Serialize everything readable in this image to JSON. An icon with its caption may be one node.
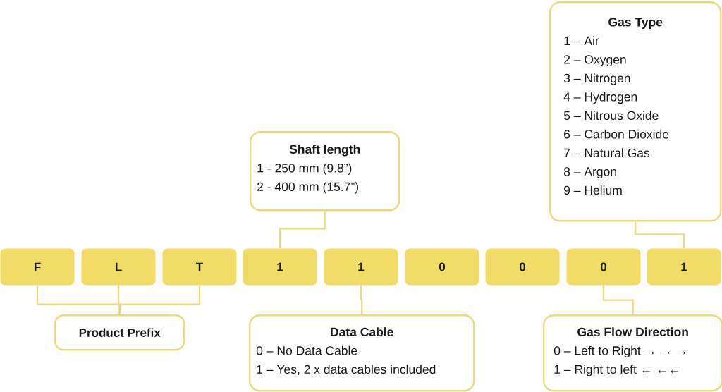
{
  "diagram": {
    "nodes": [
      {
        "text": [
          "F"
        ]
      },
      {
        "text": [
          "L"
        ]
      },
      {
        "text": [
          "T"
        ]
      },
      {
        "text": [
          "1"
        ]
      },
      {
        "text": [
          "1"
        ]
      },
      {
        "text": [
          "0"
        ]
      },
      {
        "text": [
          "0"
        ]
      },
      {
        "text": [
          "0"
        ]
      },
      {
        "text": [
          "1"
        ]
      },
      {
        "text": [
          "Gas Type",
          "1 – Air",
          "2 – Oxygen",
          "3 – Nitrogen",
          "4 – Hydrogen",
          "5 – Nitrous Oxide",
          "6 – Carbon Dioxide",
          "7 – Natural Gas",
          "8 – Argon",
          "9 – Helium"
        ]
      },
      {
        "text": [
          "Shaft length",
          "1 - 250 mm (9.8”)",
          "2 - 400 mm (15.7”)"
        ]
      },
      {
        "text": [
          "Product Prefix"
        ]
      },
      {
        "text": [
          "Data Cable",
          "0 – No Data Cable",
          "1 – Yes, 2 x data cables included"
        ]
      },
      {
        "text": [
          "Gas Flow Direction",
          "0 – Left to Right → → →",
          "1 – Right to left ← ←←"
        ]
      }
    ],
    "edges": [
      {
        "from": 0,
        "to": 11,
        "arrow": "none"
      },
      {
        "from": 1,
        "to": 11,
        "arrow": "none"
      },
      {
        "from": 2,
        "to": 11,
        "arrow": "none"
      },
      {
        "from": 3,
        "to": 10,
        "arrow": "none"
      },
      {
        "from": 4,
        "to": 12,
        "arrow": "none"
      },
      {
        "from": 7,
        "to": 13,
        "arrow": "none"
      },
      {
        "from": 8,
        "to": 9,
        "arrow": "none"
      }
    ]
  }
}
